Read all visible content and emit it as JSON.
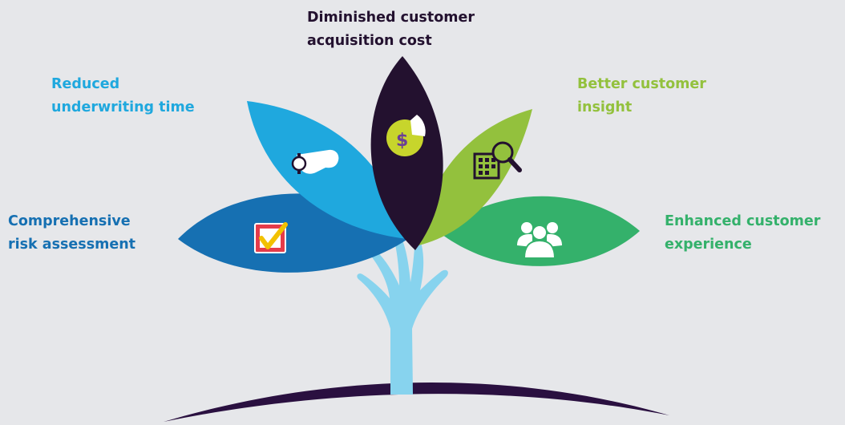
{
  "colors": {
    "background": "#e6e7ea",
    "risk": "#1670b2",
    "underwriting": "#1fa8de",
    "acquisition": "#23112f",
    "insight": "#93c13d",
    "experience": "#34b16b",
    "hand": "#87d3ee",
    "ground": "#2a1040"
  },
  "labels": {
    "risk": "Comprehensive\nrisk assessment",
    "underwriting": "Reduced\nunderwriting time",
    "acquisition": "Diminished customer\nacquisition cost",
    "insight": "Better customer\ninsight",
    "experience": "Enhanced customer\nexperience"
  },
  "icons": {
    "risk": "checkbox-tick-icon",
    "underwriting": "wristwatch-hand-icon",
    "acquisition": "dollar-pie-chart-icon",
    "insight": "building-magnifier-icon",
    "experience": "people-group-icon",
    "icon_symbol_dollar": "$"
  }
}
